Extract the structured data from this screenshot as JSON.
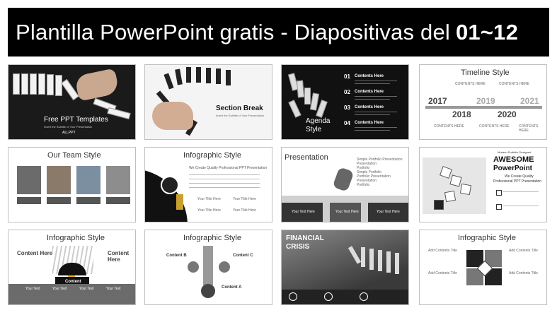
{
  "header": {
    "title_main": "Plantilla PowerPoint gratis - Diapositivas del",
    "title_bold": "01~12"
  },
  "slides": {
    "s1": {
      "title": "Free PPT Templates",
      "subtitle": "Insert the Subtitle of Your Presentation",
      "logo": "ALLPPT"
    },
    "s2": {
      "title": "Section Break",
      "subtitle": "Insert the Subtitle of Your Presentation"
    },
    "s3": {
      "title_line1": "Agenda",
      "title_line2": "Style",
      "items": [
        {
          "num": "01",
          "label": "Contents Here"
        },
        {
          "num": "02",
          "label": "Contents Here"
        },
        {
          "num": "03",
          "label": "Contents Here"
        },
        {
          "num": "04",
          "label": "Contents Here"
        }
      ]
    },
    "s4": {
      "title": "Timeline Style",
      "years": [
        "2017",
        "2018",
        "2019",
        "2020",
        "2021"
      ],
      "item_label": "CONTENTS HERE"
    },
    "s5": {
      "title": "Our Team Style"
    },
    "s6": {
      "title": "Infographic Style",
      "heading": "We Create Quality Professional PPT Presentation",
      "box_title": "Your Title Here"
    },
    "s7": {
      "title": "Presentation",
      "items": [
        "Simple Portfolio Presentation",
        "Presentation",
        "Portfolio",
        "Simple Portfolio",
        "Portfolio Presentation",
        "Presentation",
        "Portfolio"
      ],
      "box_title": "Your Text Here"
    },
    "s8": {
      "top_note": "Modern Portfolio Designed",
      "title_line1": "AWESOME",
      "title_line2": "PowerPoint",
      "tagline": "We Create Quality",
      "subtag": "Professional PPT Presentation"
    },
    "s9": {
      "title": "Infographic Style",
      "left": "Content Here",
      "right": "Content Here",
      "center": "Content",
      "col_title": "Your Text"
    },
    "s10": {
      "title": "Infographic Style",
      "a": "Content A",
      "b": "Content B",
      "c": "Content C"
    },
    "s11": {
      "title_line1": "FINANCIAL",
      "title_line2": "CRISIS"
    },
    "s12": {
      "title": "Infographic Style",
      "item_title": "Add Contents Title"
    }
  }
}
